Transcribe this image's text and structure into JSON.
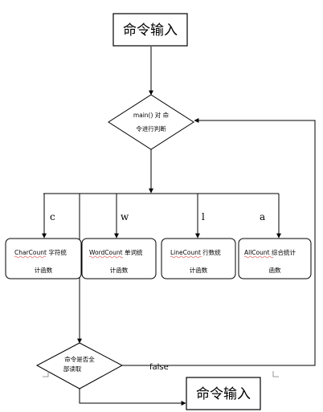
{
  "diagram": {
    "nodes": {
      "start": {
        "text": "命令输入"
      },
      "decision_main": {
        "line1": "main() 对 命",
        "line2": "令进行判断"
      },
      "charcount": {
        "name": "CharCount",
        "line1_rest": " 字符统",
        "line2": "计函数"
      },
      "wordcount": {
        "name": "WordCount",
        "line1_rest": " 单词统",
        "line2": "计函数"
      },
      "linecount": {
        "name": "LineCount",
        "line1_rest": " 行数统",
        "line2": "计函数"
      },
      "allcount": {
        "name": "AllCount",
        "line1_rest": " 综合统计",
        "line2": "函数"
      },
      "decision_read": {
        "line1": "命令是否全",
        "line2": "部读取"
      },
      "end": {
        "text": "命令输入"
      }
    },
    "edge_labels": {
      "c": "c",
      "w": "w",
      "l": "l",
      "a": "a",
      "false": "false"
    }
  }
}
